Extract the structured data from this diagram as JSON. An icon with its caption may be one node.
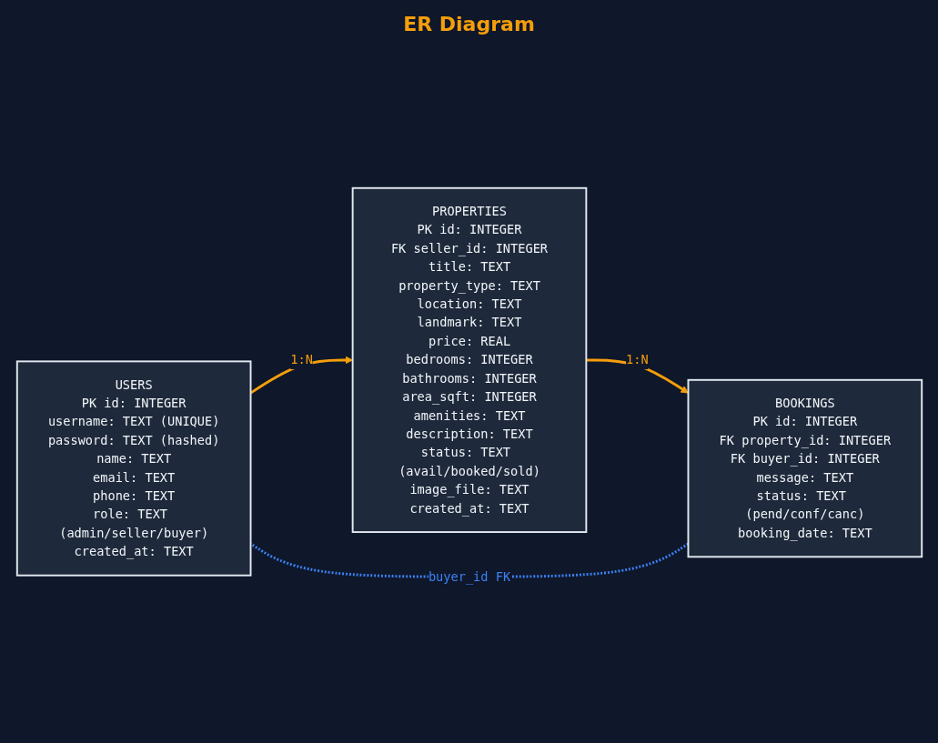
{
  "diagram": {
    "title": "ER Diagram",
    "nodes": [
      {
        "text": [
          "USERS",
          "PK id: INTEGER",
          "username: TEXT (UNIQUE)",
          "password: TEXT (hashed)",
          "name: TEXT",
          "email: TEXT",
          "phone: TEXT",
          "role: TEXT (admin/seller/buyer)",
          "created_at: TEXT"
        ]
      },
      {
        "text": [
          "PROPERTIES",
          "PK id: INTEGER",
          "FK seller_id: INTEGER",
          "title: TEXT",
          "property_type: TEXT",
          "location: TEXT",
          "landmark: TEXT",
          "price: REAL",
          "bedrooms: INTEGER",
          "bathrooms: INTEGER",
          "area_sqft: INTEGER",
          "amenities: TEXT",
          "description: TEXT",
          "status: TEXT (avail/booked/sold)",
          "image_file: TEXT",
          "created_at: TEXT"
        ]
      },
      {
        "text": [
          "BOOKINGS",
          "PK id: INTEGER",
          "FK property_id: INTEGER",
          "FK buyer_id: INTEGER",
          "message: TEXT",
          "status: TEXT (pend/conf/canc)",
          "booking_date: TEXT"
        ]
      }
    ],
    "edges": [
      {
        "from": 0,
        "to": 1,
        "arrow": "to",
        "label": "1:N"
      },
      {
        "from": 1,
        "to": 2,
        "arrow": "to",
        "label": "1:N"
      },
      {
        "from": 2,
        "to": 0,
        "arrow": "none",
        "label": "buyer_id FK",
        "style": "dashed",
        "color": "#3b82f6"
      }
    ]
  }
}
